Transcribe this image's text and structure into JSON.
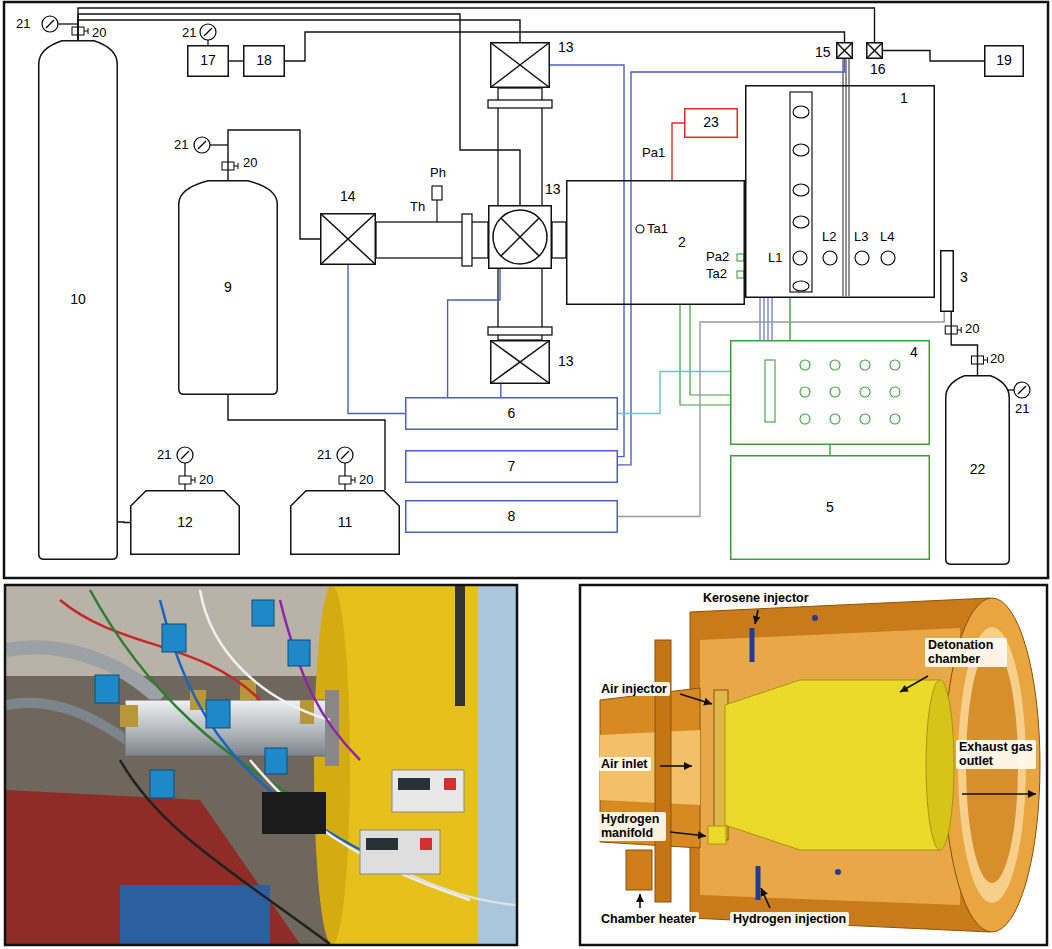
{
  "diagram": {
    "nodes": [
      {
        "text": [
          "10"
        ]
      },
      {
        "text": [
          "17"
        ]
      },
      {
        "text": [
          "18"
        ]
      },
      {
        "text": [
          "13"
        ]
      },
      {
        "text": [
          "23"
        ]
      },
      {
        "text": [
          "15"
        ]
      },
      {
        "text": [
          "16"
        ]
      },
      {
        "text": [
          "19"
        ]
      },
      {
        "text": [
          "1"
        ]
      },
      {
        "text": [
          "9"
        ]
      },
      {
        "text": [
          "14"
        ]
      },
      {
        "text": [
          "13"
        ]
      },
      {
        "text": [
          "2"
        ]
      },
      {
        "text": [
          "13"
        ]
      },
      {
        "text": [
          "3"
        ]
      },
      {
        "text": [
          "4"
        ]
      },
      {
        "text": [
          "6"
        ]
      },
      {
        "text": [
          "7"
        ]
      },
      {
        "text": [
          "8"
        ]
      },
      {
        "text": [
          "5"
        ]
      },
      {
        "text": [
          "22"
        ]
      },
      {
        "text": [
          "12"
        ]
      },
      {
        "text": [
          "11"
        ]
      }
    ],
    "edges": [
      {
        "from": 0,
        "to": 3,
        "arrow": "none"
      },
      {
        "from": 0,
        "to": 11,
        "arrow": "none"
      },
      {
        "from": 0,
        "to": 6,
        "arrow": "none"
      },
      {
        "from": 1,
        "to": 2,
        "arrow": "none"
      },
      {
        "from": 2,
        "to": 5,
        "arrow": "none"
      },
      {
        "from": 6,
        "to": 7,
        "arrow": "none"
      },
      {
        "from": 9,
        "to": 10,
        "arrow": "none"
      },
      {
        "from": 0,
        "to": 21,
        "arrow": "none"
      },
      {
        "from": 9,
        "to": 22,
        "arrow": "none"
      },
      {
        "from": 16,
        "to": 10,
        "arrow": "none"
      },
      {
        "from": 16,
        "to": 11,
        "arrow": "none"
      },
      {
        "from": 16,
        "to": 13,
        "arrow": "none"
      },
      {
        "from": 17,
        "to": 3,
        "arrow": "none"
      },
      {
        "from": 17,
        "to": 5,
        "arrow": "none"
      },
      {
        "from": 15,
        "to": 8,
        "arrow": "none"
      },
      {
        "from": 15,
        "to": 16,
        "arrow": "none"
      },
      {
        "from": 19,
        "to": 15,
        "arrow": "none"
      },
      {
        "from": 18,
        "to": 14,
        "arrow": "none"
      },
      {
        "from": 4,
        "to": 12,
        "arrow": "none"
      },
      {
        "from": 20,
        "to": 14,
        "arrow": "none"
      }
    ],
    "labels": [
      "21",
      "20",
      "21",
      "21",
      "20",
      "Ph",
      "Th",
      "Pa1",
      "Ta1",
      "Pa2",
      "Ta2",
      "L1",
      "L2",
      "L3",
      "L4",
      "20",
      "21",
      "20",
      "21",
      "20",
      "21",
      "20",
      "Kerosene injector",
      "Air injector",
      "Detonation chamber",
      "Air inlet",
      "Exhaust gas outlet",
      "Hydrogen manifold",
      "Chamber heater",
      "Hydrogen injection"
    ]
  }
}
